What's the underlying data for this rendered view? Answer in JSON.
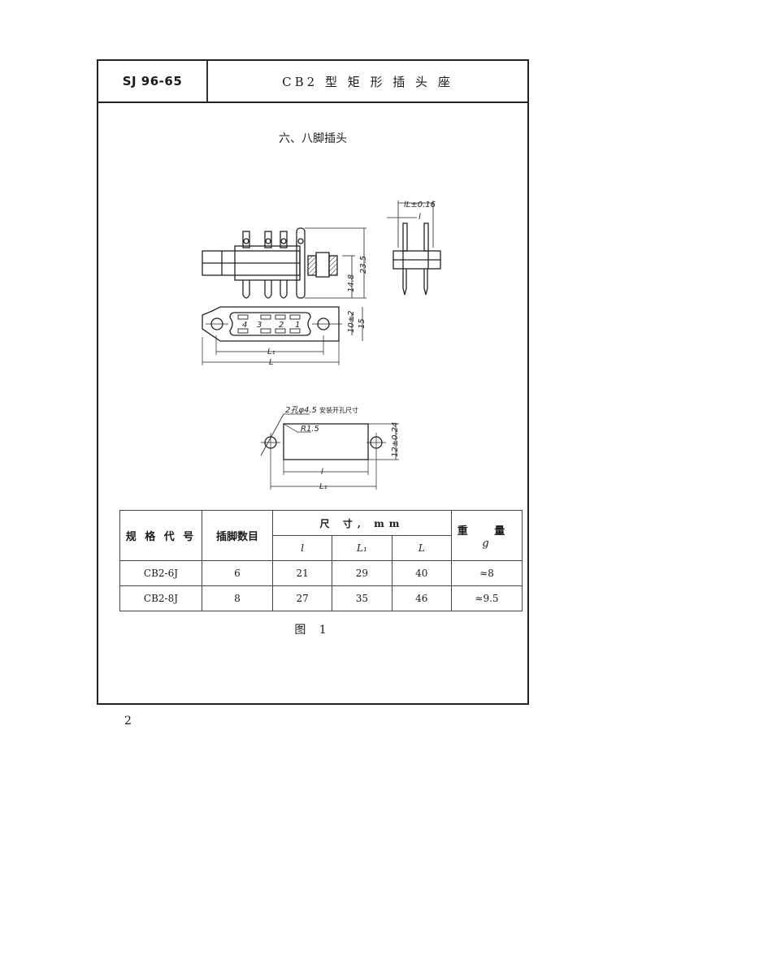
{
  "header": {
    "standard_code": "SJ 96-65",
    "title": "CB2 型 矩 形 插 头 座"
  },
  "section": {
    "title": "六、八脚插头"
  },
  "drawing": {
    "side_view_dims": {
      "inner_height": "14.8",
      "outer_height": "23.5"
    },
    "end_view_dims": {
      "pitch": "lL±0.16",
      "pin": "l"
    },
    "top_view_dims": {
      "inner_width": "10±2",
      "outer_width": "15",
      "hole_span": "L₁",
      "overall": "L",
      "pin_numbers": [
        "4",
        "3",
        "2",
        "1"
      ]
    },
    "cutout": {
      "holes": "2孔φ4.5",
      "label": "安装开孔尺寸",
      "radius": "R1.5",
      "height": "12±0.24",
      "inner_length": "l",
      "hole_span": "L₁"
    }
  },
  "table": {
    "headers": {
      "spec_code": "规 格 代 号",
      "pin_count": "插脚数目",
      "dimensions_group": "尺 寸, mm",
      "weight": "重 量",
      "weight_unit": "g",
      "dim_cols": [
        "l",
        "L₁",
        "L"
      ]
    },
    "rows": [
      {
        "code": "CB2-6J",
        "pins": "6",
        "l": "21",
        "L1": "29",
        "L": "40",
        "weight": "≈8"
      },
      {
        "code": "CB2-8J",
        "pins": "8",
        "l": "27",
        "L1": "35",
        "L": "46",
        "weight": "≈9.5"
      }
    ]
  },
  "figure": {
    "caption": "图 1"
  },
  "page": {
    "number": "2"
  }
}
